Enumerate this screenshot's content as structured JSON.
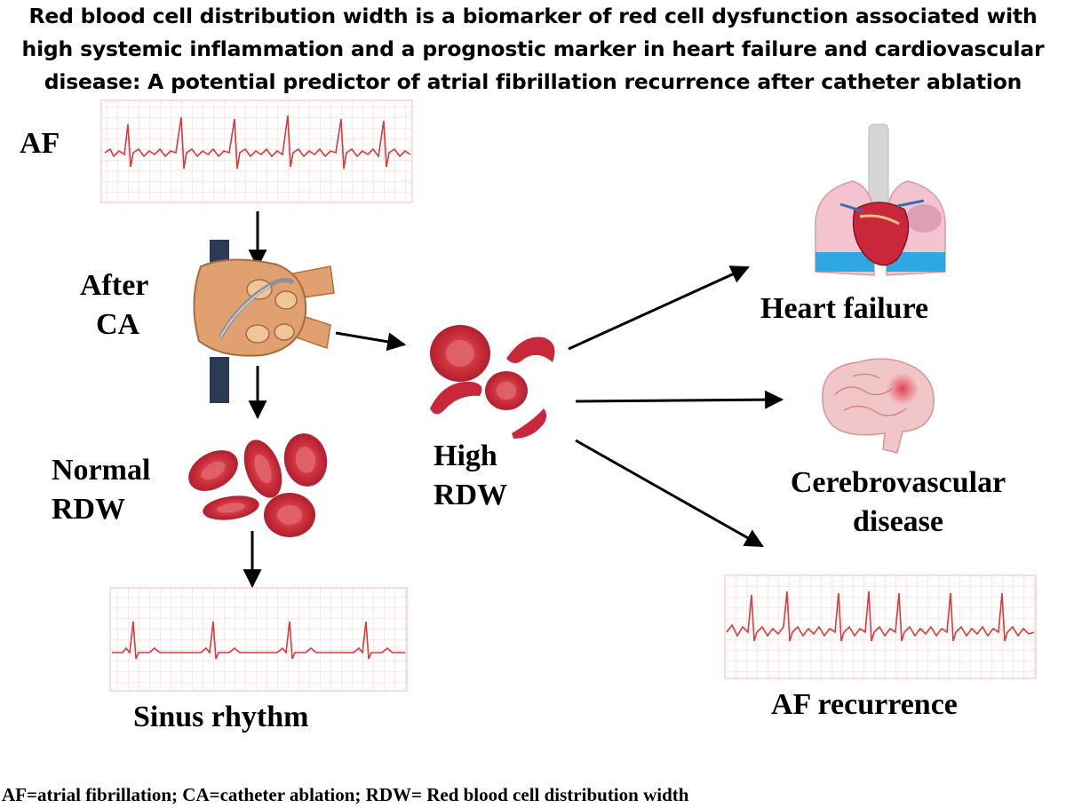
{
  "title_lines": [
    "Red blood cell distribution width is a biomarker of red cell dysfunction associated with",
    "high systemic inflammation and a prognostic marker in heart failure and cardiovascular",
    "disease: A potential predictor of atrial fibrillation recurrence after catheter ablation"
  ],
  "labels": {
    "af": "AF",
    "after_ca_line1": "After",
    "after_ca_line2": "CA",
    "normal_rdw_line1": "Normal",
    "normal_rdw_line2": "RDW",
    "high_rdw_line1": "High",
    "high_rdw_line2": "RDW",
    "heart_failure": "Heart failure",
    "cerebrovascular_line1": "Cerebrovascular",
    "cerebrovascular_line2": "disease",
    "sinus_rhythm": "Sinus rhythm",
    "af_recurrence": "AF recurrence"
  },
  "footnote": "AF=atrial fibrillation; CA=catheter ablation; RDW= Red blood cell distribution width",
  "colors": {
    "ecg_line": "#d93a3a",
    "ecg_grid": "#f4b8b8",
    "rbc": "#c8283a",
    "rbc_center": "#e86a74",
    "heart": "#e0a070",
    "lung": "#f2c4d0",
    "pleural_fluid": "#2fa7e0",
    "brain": "#f1c6c8",
    "arrow": "#000000"
  },
  "icons": [
    "af-ecg-strip",
    "heart-catheter-illustration",
    "normal-rbc-cluster",
    "sinus-rhythm-ecg-strip",
    "high-rdw-rbc-cluster",
    "heart-lungs-illustration",
    "brain-illustration",
    "af-recurrence-ecg-strip"
  ]
}
